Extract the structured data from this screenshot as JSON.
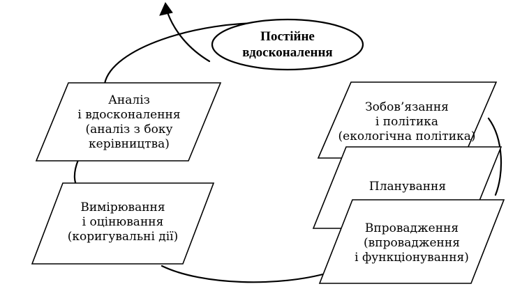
{
  "diagram": {
    "cycle_center": {
      "lines": [
        "Постійне",
        "вдосконалення"
      ]
    },
    "stages": {
      "analysis": {
        "lines": [
          "Аналіз",
          "і вдосконалення",
          "(аналіз з боку",
          "керівництва)"
        ]
      },
      "measurement": {
        "lines": [
          "Вимірювання",
          "і оцінювання",
          "(коригувальні дії)"
        ]
      },
      "commitment": {
        "lines": [
          "Зобов’язання",
          "і політика",
          "(екологічна політика)"
        ]
      },
      "planning": {
        "lines": [
          "Планування"
        ]
      },
      "implementation": {
        "lines": [
          "Впровадження",
          "(впровадження",
          "і функціонування)"
        ]
      }
    }
  }
}
